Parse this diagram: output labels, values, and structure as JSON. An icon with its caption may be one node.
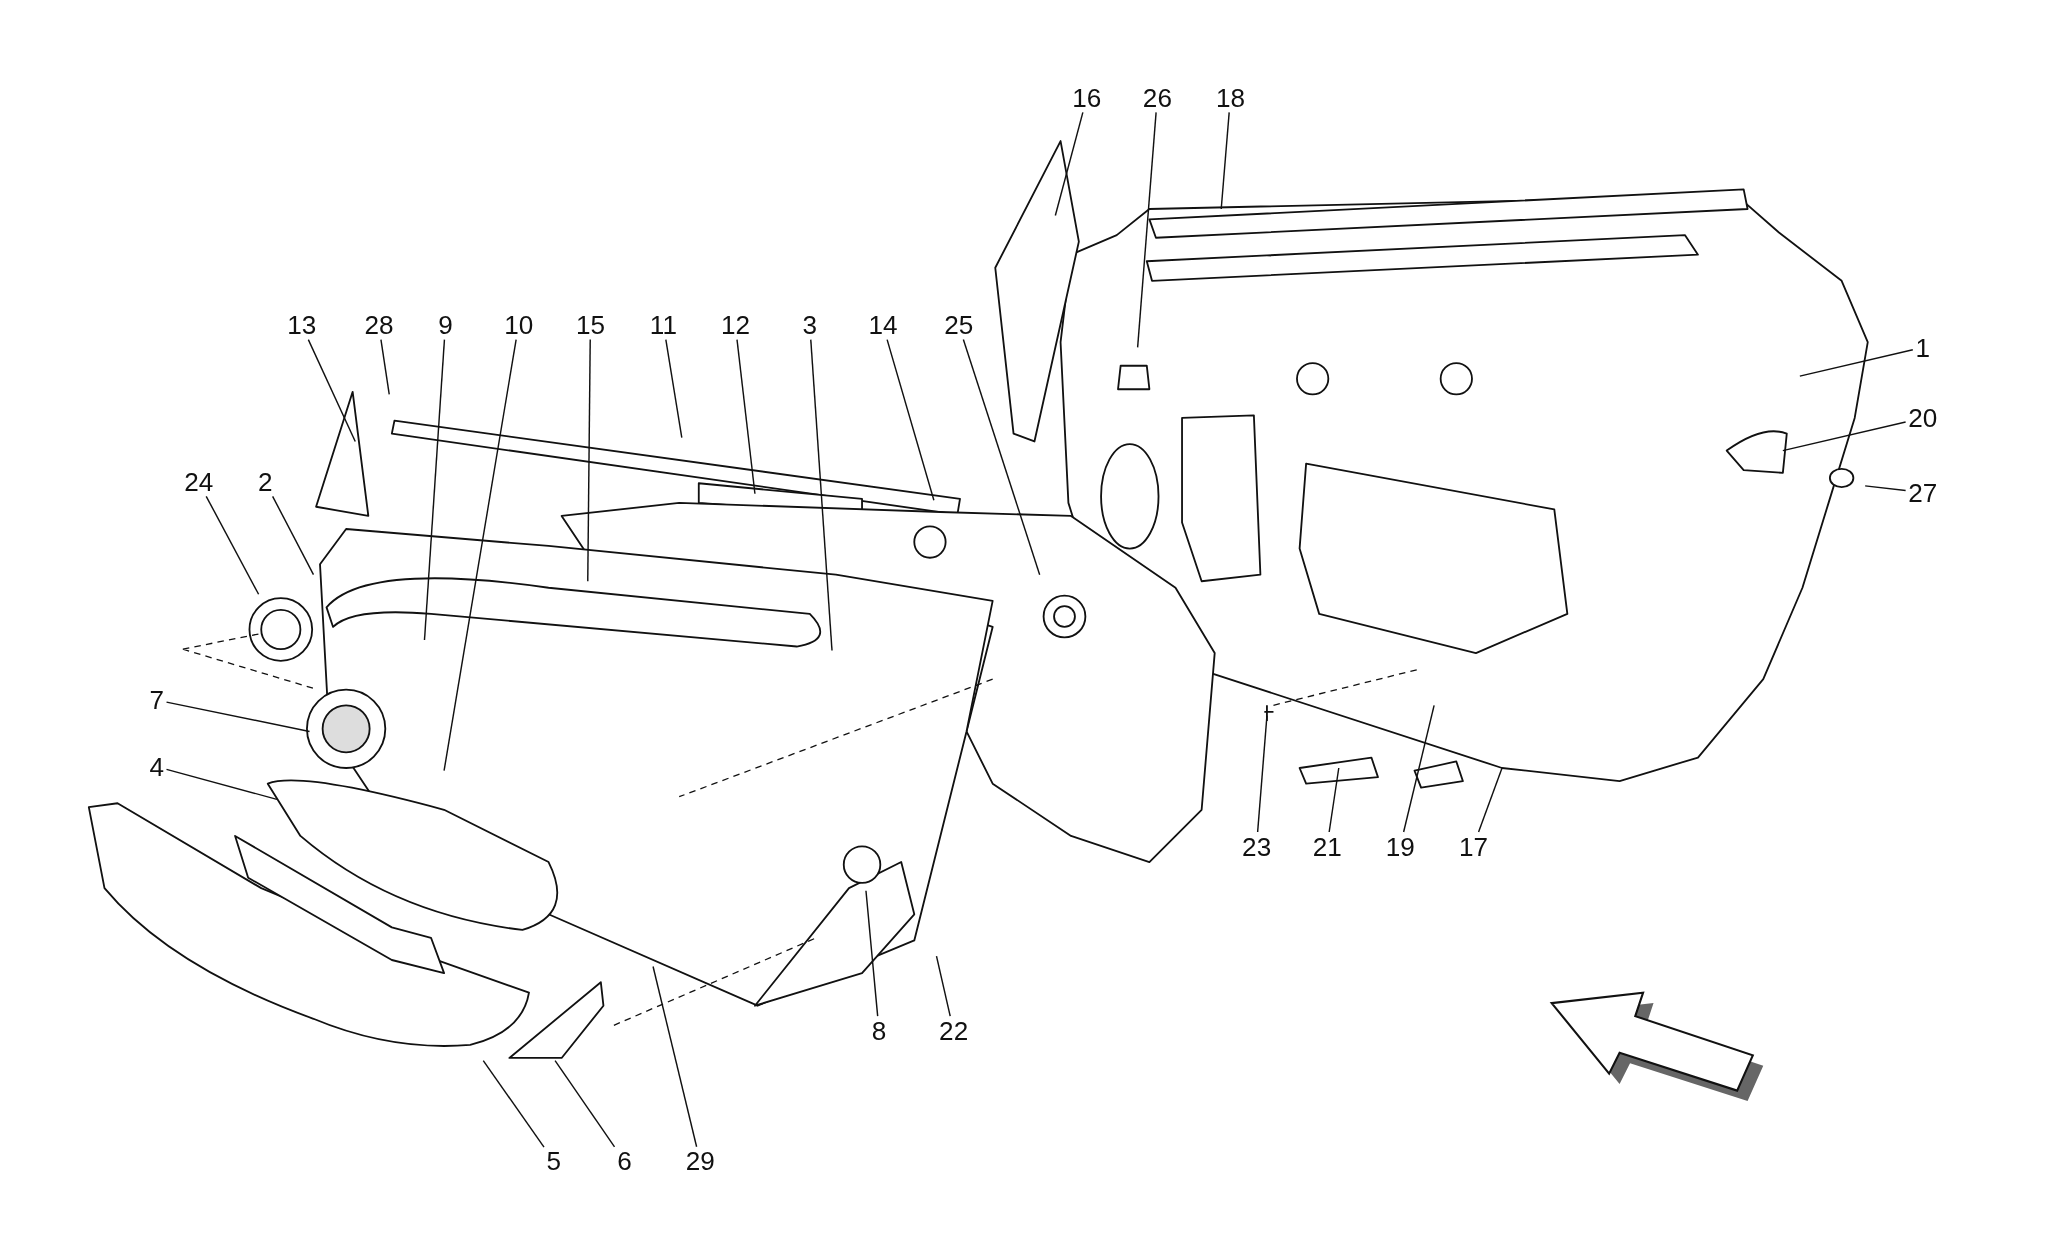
{
  "diagram": {
    "nodes": [
      {
        "text": [
          "16"
        ]
      },
      {
        "text": [
          "26"
        ]
      },
      {
        "text": [
          "18"
        ]
      },
      {
        "text": [
          "13"
        ]
      },
      {
        "text": [
          "28"
        ]
      },
      {
        "text": [
          "9"
        ]
      },
      {
        "text": [
          "10"
        ]
      },
      {
        "text": [
          "15"
        ]
      },
      {
        "text": [
          "11"
        ]
      },
      {
        "text": [
          "12"
        ]
      },
      {
        "text": [
          "3"
        ]
      },
      {
        "text": [
          "14"
        ]
      },
      {
        "text": [
          "25"
        ]
      },
      {
        "text": [
          "1"
        ]
      },
      {
        "text": [
          "20"
        ]
      },
      {
        "text": [
          "24"
        ]
      },
      {
        "text": [
          "2"
        ]
      },
      {
        "text": [
          "27"
        ]
      },
      {
        "text": [
          "7"
        ]
      },
      {
        "text": [
          "4"
        ]
      },
      {
        "text": [
          "23"
        ]
      },
      {
        "text": [
          "21"
        ]
      },
      {
        "text": [
          "19"
        ]
      },
      {
        "text": [
          "17"
        ]
      },
      {
        "text": [
          "8"
        ]
      },
      {
        "text": [
          "22"
        ]
      },
      {
        "text": [
          "5"
        ]
      },
      {
        "text": [
          "6"
        ]
      },
      {
        "text": [
          "29"
        ]
      }
    ],
    "edges": [
      {
        "from": 0,
        "to": null,
        "arrow": "none"
      },
      {
        "from": 1,
        "to": null,
        "arrow": "none"
      },
      {
        "from": 2,
        "to": null,
        "arrow": "none"
      },
      {
        "from": 3,
        "to": null,
        "arrow": "none"
      },
      {
        "from": 4,
        "to": null,
        "arrow": "none"
      },
      {
        "from": 5,
        "to": null,
        "arrow": "none"
      },
      {
        "from": 6,
        "to": null,
        "arrow": "none"
      },
      {
        "from": 7,
        "to": null,
        "arrow": "none"
      },
      {
        "from": 8,
        "to": null,
        "arrow": "none"
      },
      {
        "from": 9,
        "to": null,
        "arrow": "none"
      },
      {
        "from": 10,
        "to": null,
        "arrow": "none"
      },
      {
        "from": 11,
        "to": null,
        "arrow": "none"
      },
      {
        "from": 12,
        "to": null,
        "arrow": "none"
      },
      {
        "from": 13,
        "to": null,
        "arrow": "none"
      },
      {
        "from": 14,
        "to": null,
        "arrow": "none"
      },
      {
        "from": 15,
        "to": null,
        "arrow": "none"
      },
      {
        "from": 16,
        "to": null,
        "arrow": "none"
      },
      {
        "from": 17,
        "to": null,
        "arrow": "none"
      },
      {
        "from": 18,
        "to": null,
        "arrow": "none"
      },
      {
        "from": 19,
        "to": null,
        "arrow": "none"
      },
      {
        "from": 20,
        "to": null,
        "arrow": "none"
      },
      {
        "from": 21,
        "to": null,
        "arrow": "none"
      },
      {
        "from": 22,
        "to": null,
        "arrow": "none"
      },
      {
        "from": 23,
        "to": null,
        "arrow": "none"
      },
      {
        "from": 24,
        "to": null,
        "arrow": "none"
      },
      {
        "from": 25,
        "to": null,
        "arrow": "none"
      },
      {
        "from": 26,
        "to": null,
        "arrow": "none"
      },
      {
        "from": 27,
        "to": null,
        "arrow": "none"
      },
      {
        "from": 28,
        "to": null,
        "arrow": "none"
      }
    ]
  }
}
